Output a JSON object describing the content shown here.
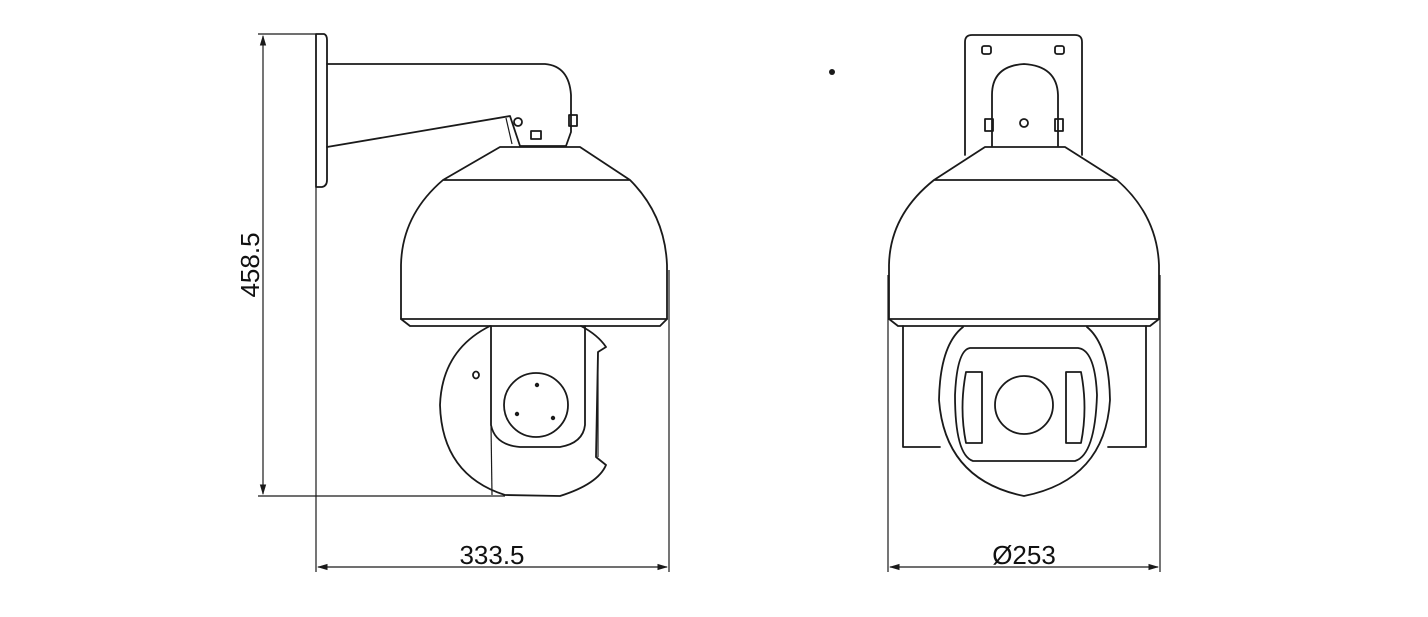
{
  "dimensions": {
    "height_label": "458.5",
    "side_width_label": "333.5",
    "front_diameter_label": "Ø253"
  },
  "colors": {
    "line": "#1a1a1a",
    "background": "#ffffff"
  }
}
